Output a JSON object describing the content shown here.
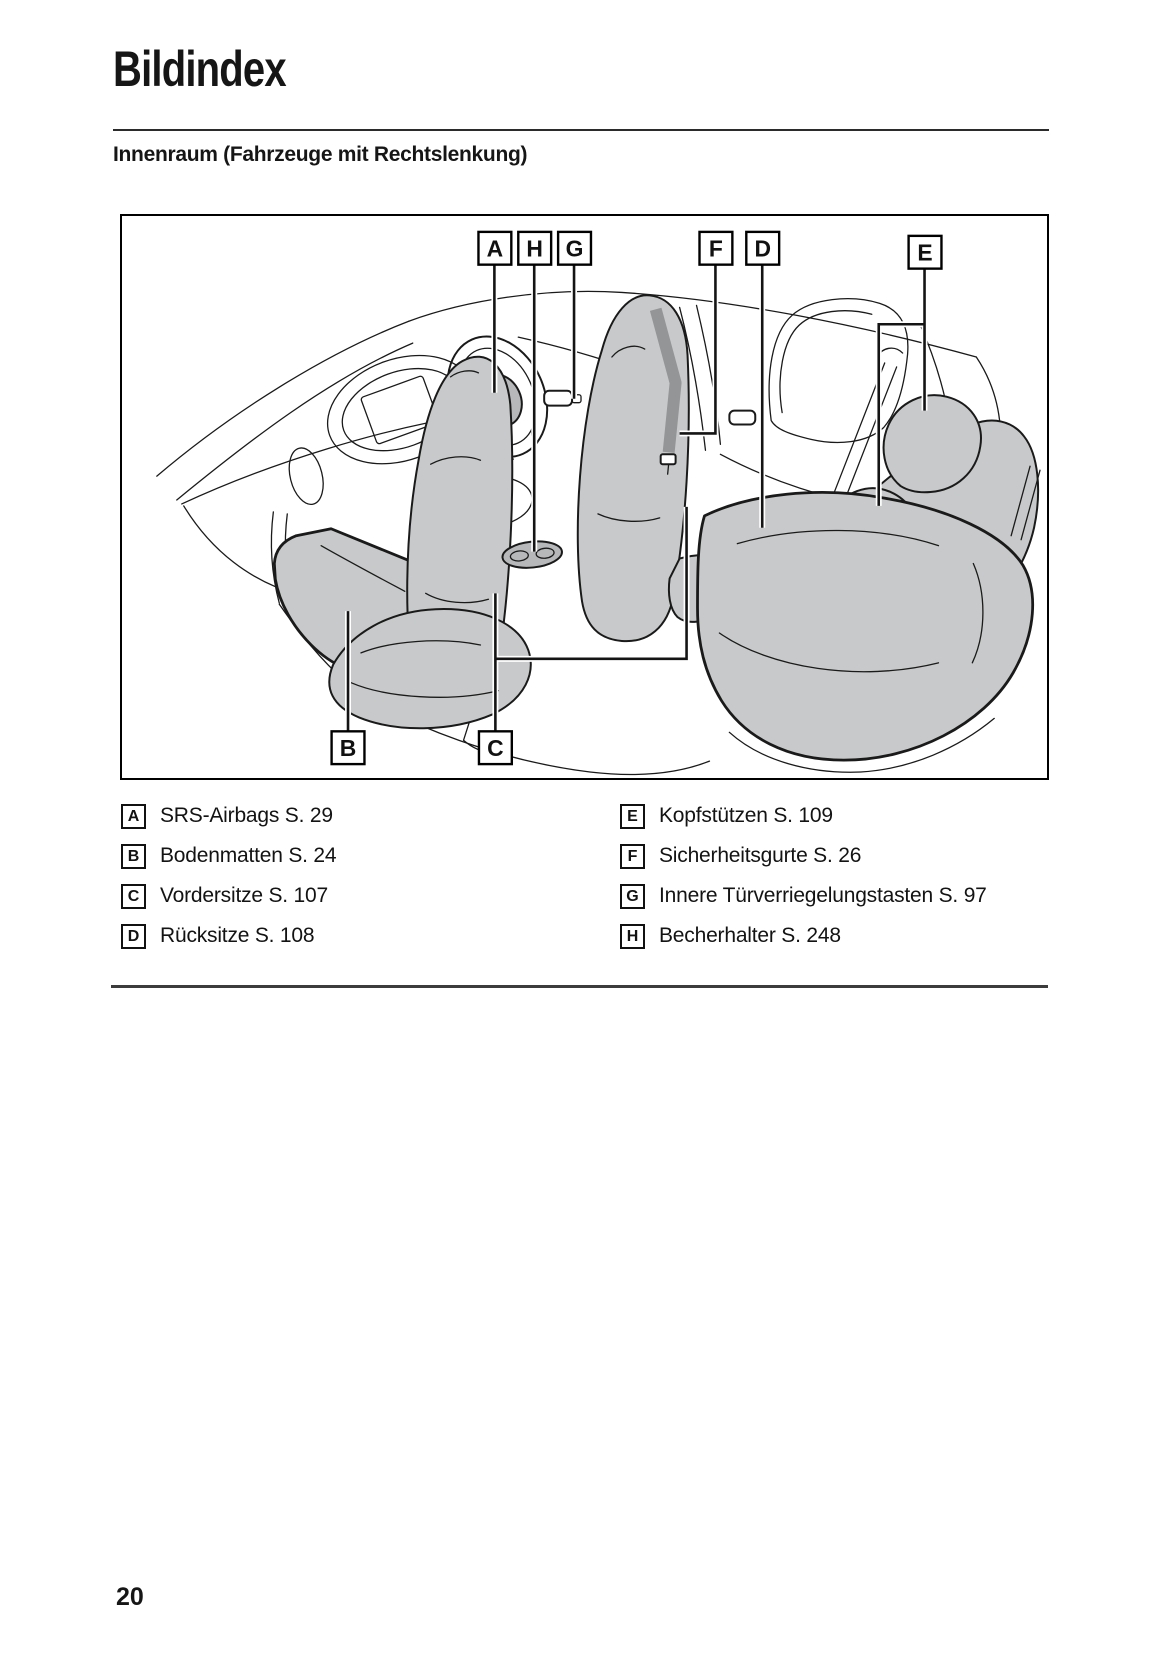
{
  "page": {
    "title": "Bildindex",
    "subtitle": "Innenraum (Fahrzeuge mit Rechtslenkung)",
    "page_number": "20"
  },
  "diagram": {
    "description": "Line drawing of car interior (right-hand drive): dashboard, steering wheel, front seats, rear bench seat, floor mat, seat belts, cup holder",
    "callouts_top": [
      "A",
      "H",
      "G",
      "F",
      "D",
      "E"
    ],
    "callouts_bottom": [
      "B",
      "C"
    ]
  },
  "legend": {
    "left": [
      {
        "key": "A",
        "label": "SRS-Airbags S. 29"
      },
      {
        "key": "B",
        "label": "Bodenmatten S. 24"
      },
      {
        "key": "C",
        "label": "Vordersitze S. 107"
      },
      {
        "key": "D",
        "label": "Rücksitze S. 108"
      }
    ],
    "right": [
      {
        "key": "E",
        "label": "Kopfstützen S. 109"
      },
      {
        "key": "F",
        "label": "Sicherheitsgurte S. 26"
      },
      {
        "key": "G",
        "label": "Innere Türverriegelungstasten S. 97"
      },
      {
        "key": "H",
        "label": "Becherhalter S. 248"
      }
    ]
  },
  "colors": {
    "line_art": "#1a1a1a",
    "seat_fill": "#c8c9ca",
    "rule_top": "#2b2b2b",
    "rule_bottom": "#3c3c3c"
  }
}
